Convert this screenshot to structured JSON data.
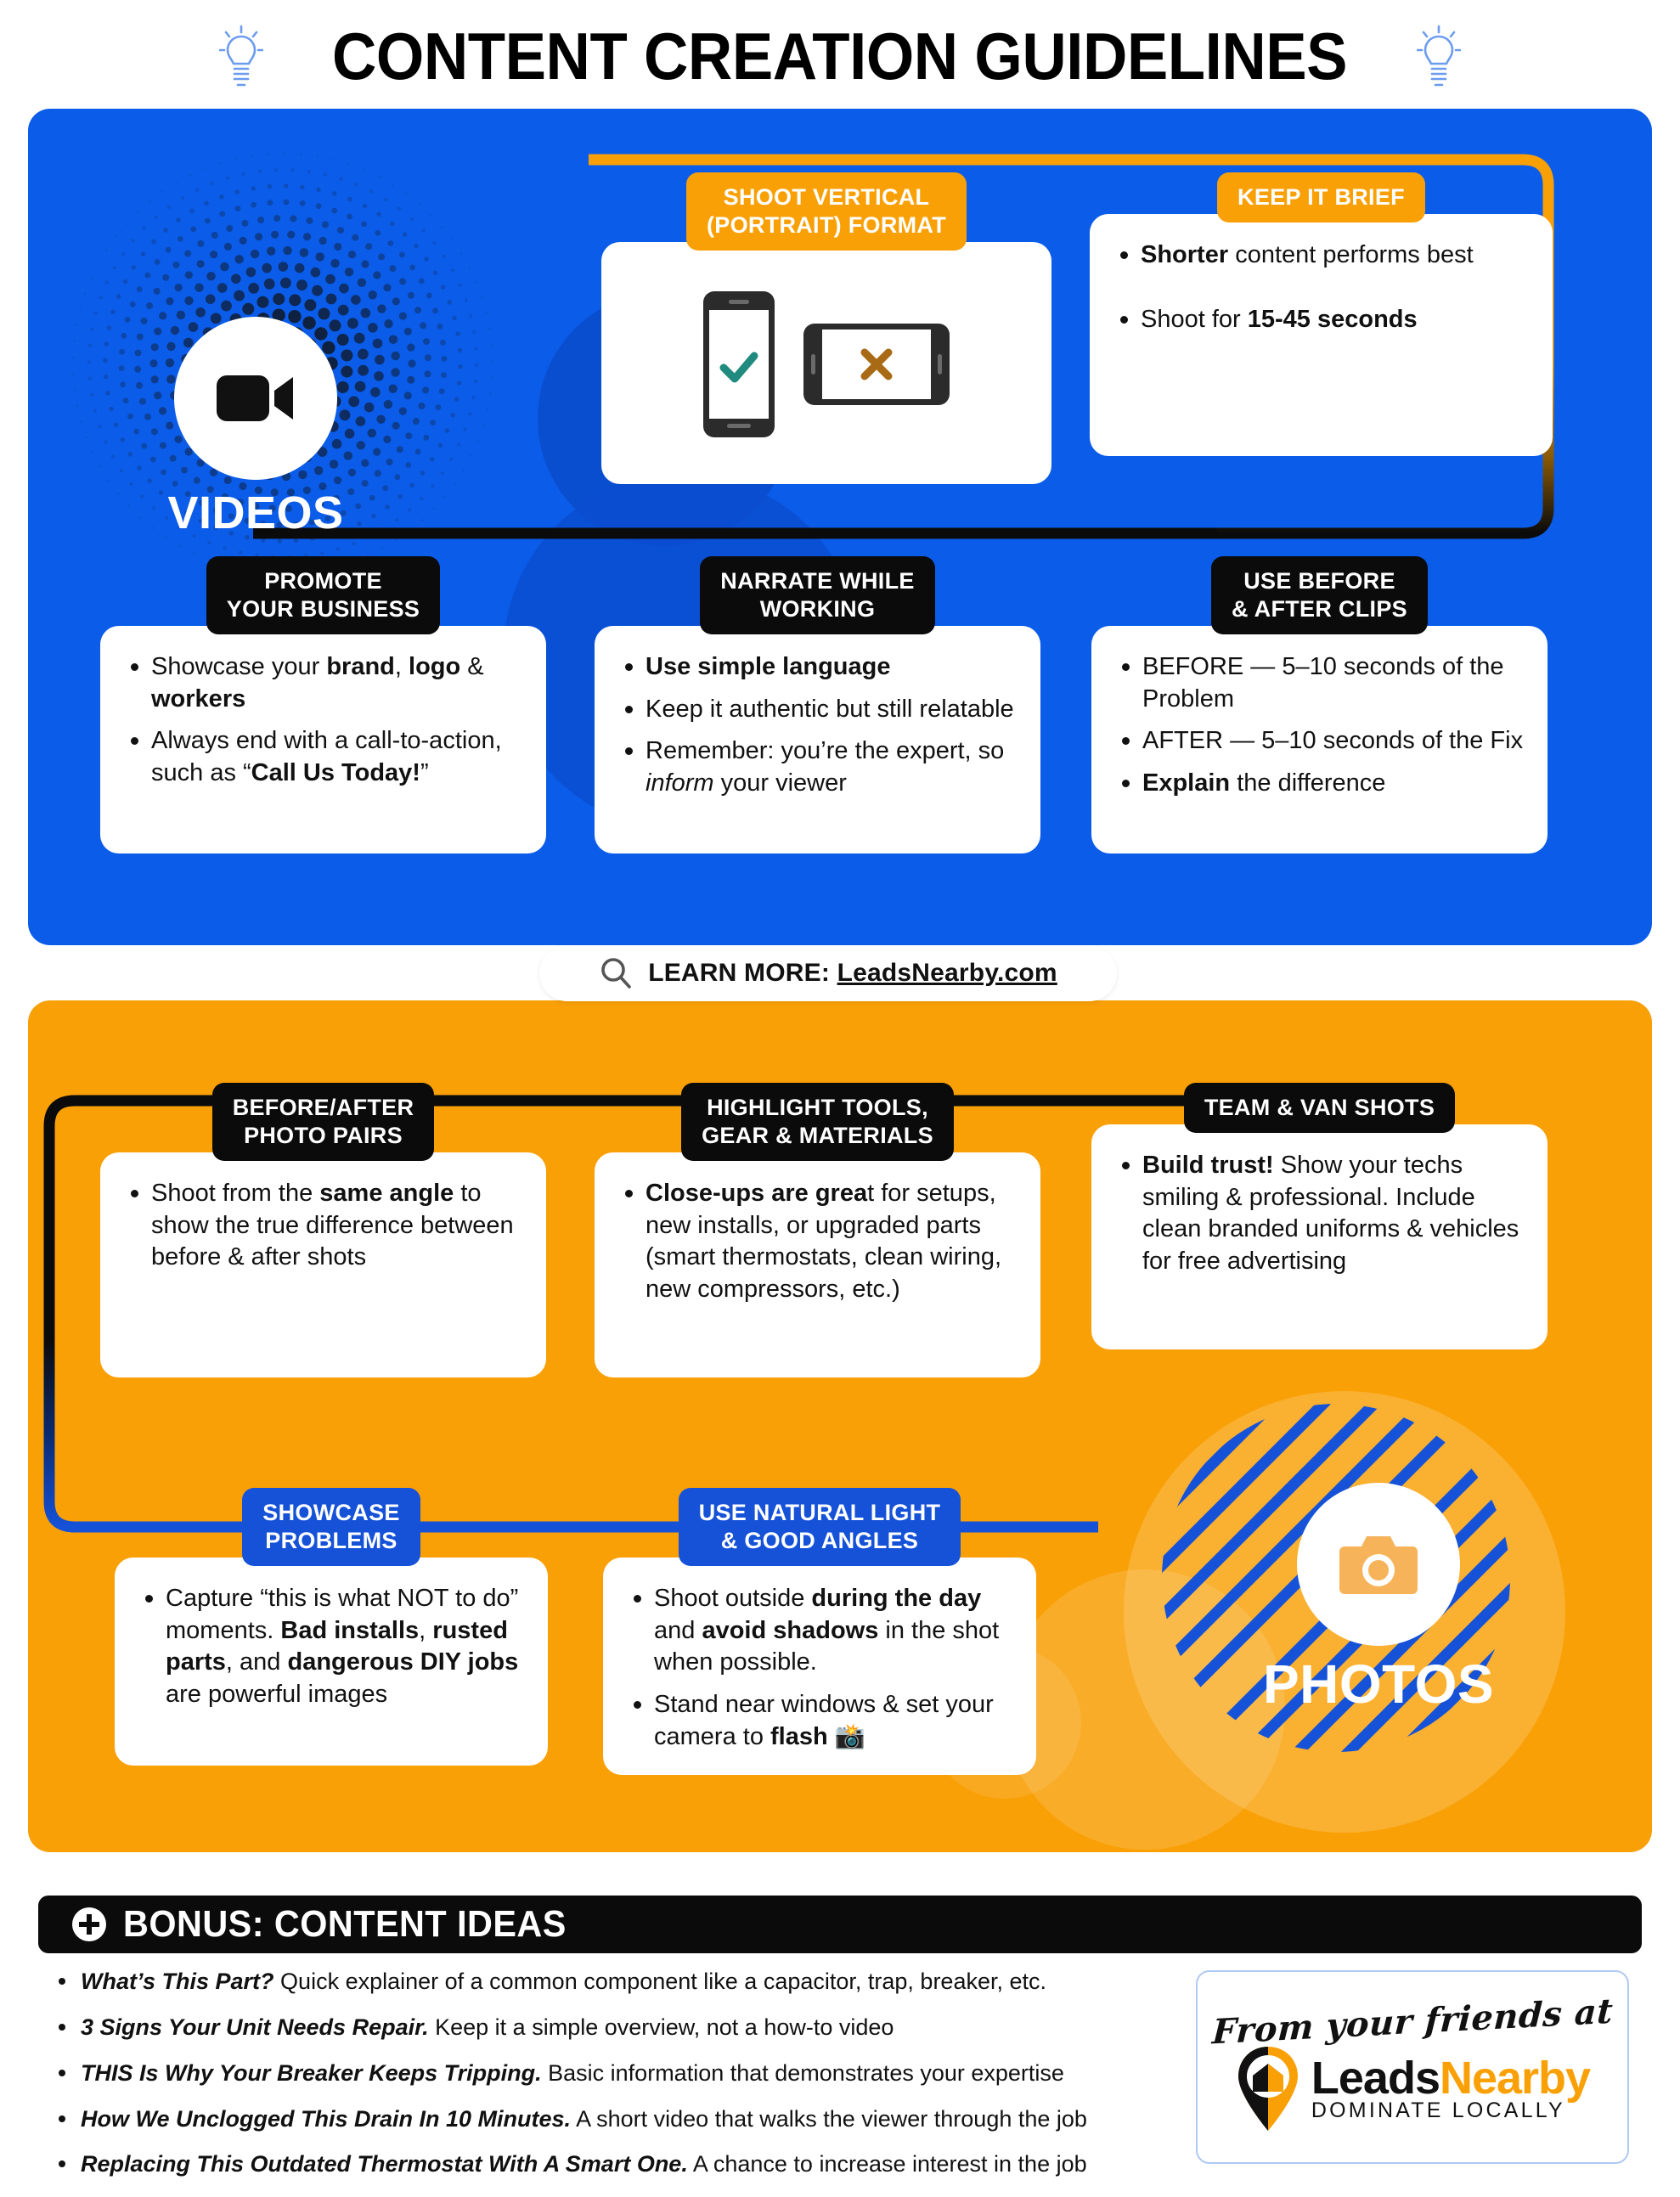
{
  "header": {
    "title": "CONTENT CREATION GUIDELINES",
    "left_icon": "lightbulb-icon",
    "right_icon": "lightbulb-icon"
  },
  "colors": {
    "blue": "#0B5CE8",
    "orange": "#F9A007",
    "black": "#0B0B0B",
    "white": "#FFFFFF",
    "header_blue_badge": "#1552D8",
    "check_teal": "#1F8A7D",
    "cross_brown": "#A96A16"
  },
  "videos_section": {
    "badge": {
      "label": "VIDEOS",
      "icon": "video-camera-icon"
    },
    "cards": [
      {
        "id": "vertical",
        "header": "SHOOT VERTICAL\n(PORTRAIT) FORMAT",
        "header_line1": "SHOOT VERTICAL",
        "header_line2": "(PORTRAIT) FORMAT",
        "header_style": "orange",
        "illustration": {
          "portrait_phone": "checkmark-icon",
          "landscape_phone": "cross-icon"
        }
      },
      {
        "id": "brief",
        "header_line1": "KEEP IT BRIEF",
        "header_line2": "",
        "header_style": "orange",
        "bullets": [
          {
            "bold": "Shorter",
            "rest": " content performs best"
          },
          {
            "pre": "Shoot for ",
            "bold": "15-45 seconds",
            "rest": ""
          }
        ]
      },
      {
        "id": "promote",
        "header_line1": "PROMOTE",
        "header_line2": "YOUR BUSINESS",
        "header_style": "black",
        "bullets": [
          {
            "pre": "Showcase your ",
            "bold": "brand",
            "mid": ", ",
            "bold2": "logo",
            "mid2": " & ",
            "bold3": "workers"
          },
          {
            "pre": "Always end with a call-to-action, such as “",
            "bold": "Call Us Today!",
            "rest": "”"
          }
        ]
      },
      {
        "id": "narrate",
        "header_line1": "NARRATE WHILE",
        "header_line2": "WORKING",
        "header_style": "black",
        "bullets": [
          {
            "bold": "Use simple language",
            "rest": ""
          },
          {
            "pre": "Keep it authentic but still relatable",
            "rest": ""
          },
          {
            "pre": "Remember: you’re the expert, so ",
            "italic": "inform",
            "rest": " your viewer"
          }
        ]
      },
      {
        "id": "before_after_clips",
        "header_line1": "USE BEFORE",
        "header_line2": "& AFTER CLIPS",
        "header_style": "black",
        "bullets": [
          {
            "pre": "BEFORE — 5–10 seconds of the Problem",
            "rest": ""
          },
          {
            "pre": "AFTER — 5–10 seconds of the Fix",
            "rest": ""
          },
          {
            "bold": "Explain",
            "rest": " the difference"
          }
        ]
      }
    ]
  },
  "learn_more": {
    "icon": "search-icon",
    "prefix": "LEARN MORE: ",
    "url": "LeadsNearby.com"
  },
  "photos_section": {
    "badge": {
      "label": "PHOTOS",
      "icon": "camera-icon"
    },
    "cards": [
      {
        "id": "pairs",
        "header_line1": "BEFORE/AFTER",
        "header_line2": "PHOTO PAIRS",
        "header_style": "black",
        "bullets": [
          {
            "pre": "Shoot from the ",
            "bold": "same angle",
            "rest": " to show the true difference between before & after shots"
          }
        ]
      },
      {
        "id": "highlight",
        "header_line1": "HIGHLIGHT TOOLS,",
        "header_line2": "GEAR & MATERIALS",
        "header_style": "black",
        "bullets": [
          {
            "bold": "Close-ups are grea",
            "rest": "t for setups, new installs, or upgraded parts (smart thermostats, clean wiring, new compressors, etc.)"
          }
        ]
      },
      {
        "id": "team",
        "header_line1": "TEAM & VAN SHOTS",
        "header_line2": "",
        "header_style": "black",
        "bullets": [
          {
            "bold": "Build trust!",
            "rest": " Show your techs smiling & professional. Include clean branded uniforms & vehicles for free advertising"
          }
        ]
      },
      {
        "id": "showcase",
        "header_line1": "SHOWCASE",
        "header_line2": "PROBLEMS",
        "header_style": "blue",
        "bullets": [
          {
            "pre": "Capture “this is what NOT to do” moments. ",
            "bold": "Bad installs",
            "mid": ", ",
            "bold2": "rusted parts",
            "mid2": ", and ",
            "bold3": "dangerous DIY jobs",
            "rest": " are powerful images"
          }
        ]
      },
      {
        "id": "natural_light",
        "header_line1": "USE NATURAL LIGHT",
        "header_line2": "& GOOD ANGLES",
        "header_style": "blue",
        "bullets": [
          {
            "pre": "Shoot outside ",
            "bold": "during the day",
            "mid": " and ",
            "bold2": "avoid shadows",
            "rest": " in the shot when possible."
          },
          {
            "pre": "Stand near windows & set your camera to ",
            "bold": "flash",
            "rest": " 📸"
          }
        ]
      }
    ]
  },
  "bonus": {
    "icon": "plus-icon",
    "title": "BONUS: CONTENT IDEAS",
    "items": [
      {
        "lede": "What’s This Part?",
        "text": " Quick explainer of a common component like a capacitor, trap, breaker, etc."
      },
      {
        "lede": "3 Signs Your Unit Needs Repair.",
        "text": " Keep it a simple overview, not a how-to video"
      },
      {
        "lede": "THIS Is Why Your Breaker Keeps Tripping.",
        "text": " Basic information that demonstrates your expertise"
      },
      {
        "lede": "How We Unclogged This Drain In 10 Minutes.",
        "text": " A short video that walks the viewer through the job"
      },
      {
        "lede": "Replacing This Outdated Thermostat With A Smart One.",
        "text": " A chance to increase interest in the job"
      }
    ]
  },
  "logo_card": {
    "script_line": "From your friends at",
    "brand_part1": "Leads",
    "brand_part2": "Nearby",
    "tagline": "DOMINATE LOCALLY",
    "icon": "map-pin-house-icon"
  }
}
